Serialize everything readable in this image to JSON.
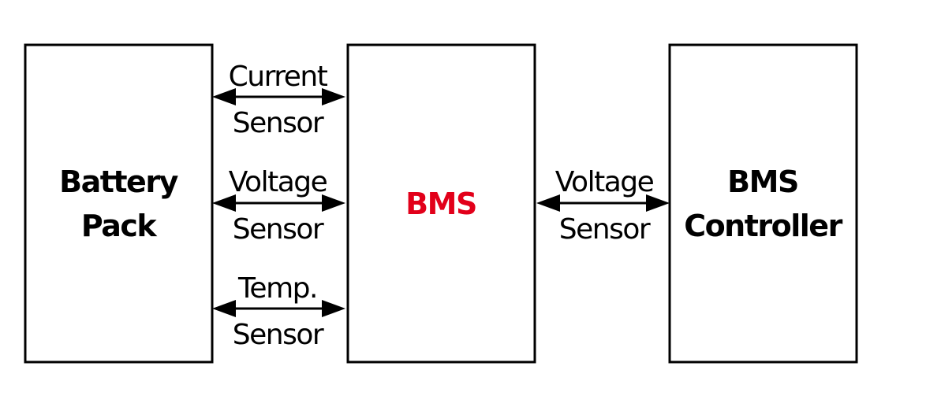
{
  "colors": {
    "stroke": "#000000",
    "text": "#000000",
    "highlight": "#e2001a",
    "background": "#ffffff"
  },
  "blocks": {
    "battery_pack": {
      "line1": "Battery",
      "line2": "Pack"
    },
    "bms": {
      "label": "BMS"
    },
    "bms_controller": {
      "line1": "BMS",
      "line2": "Controller"
    }
  },
  "connections": {
    "current_sensor": {
      "line1": "Current",
      "line2": "Sensor",
      "direction": "bidirectional"
    },
    "voltage_sensor_left": {
      "line1": "Voltage",
      "line2": "Sensor",
      "direction": "bidirectional"
    },
    "temp_sensor": {
      "line1": "Temp.",
      "line2": "Sensor",
      "direction": "bidirectional"
    },
    "voltage_sensor_right": {
      "line1": "Voltage",
      "line2": "Sensor",
      "direction": "bidirectional"
    }
  }
}
